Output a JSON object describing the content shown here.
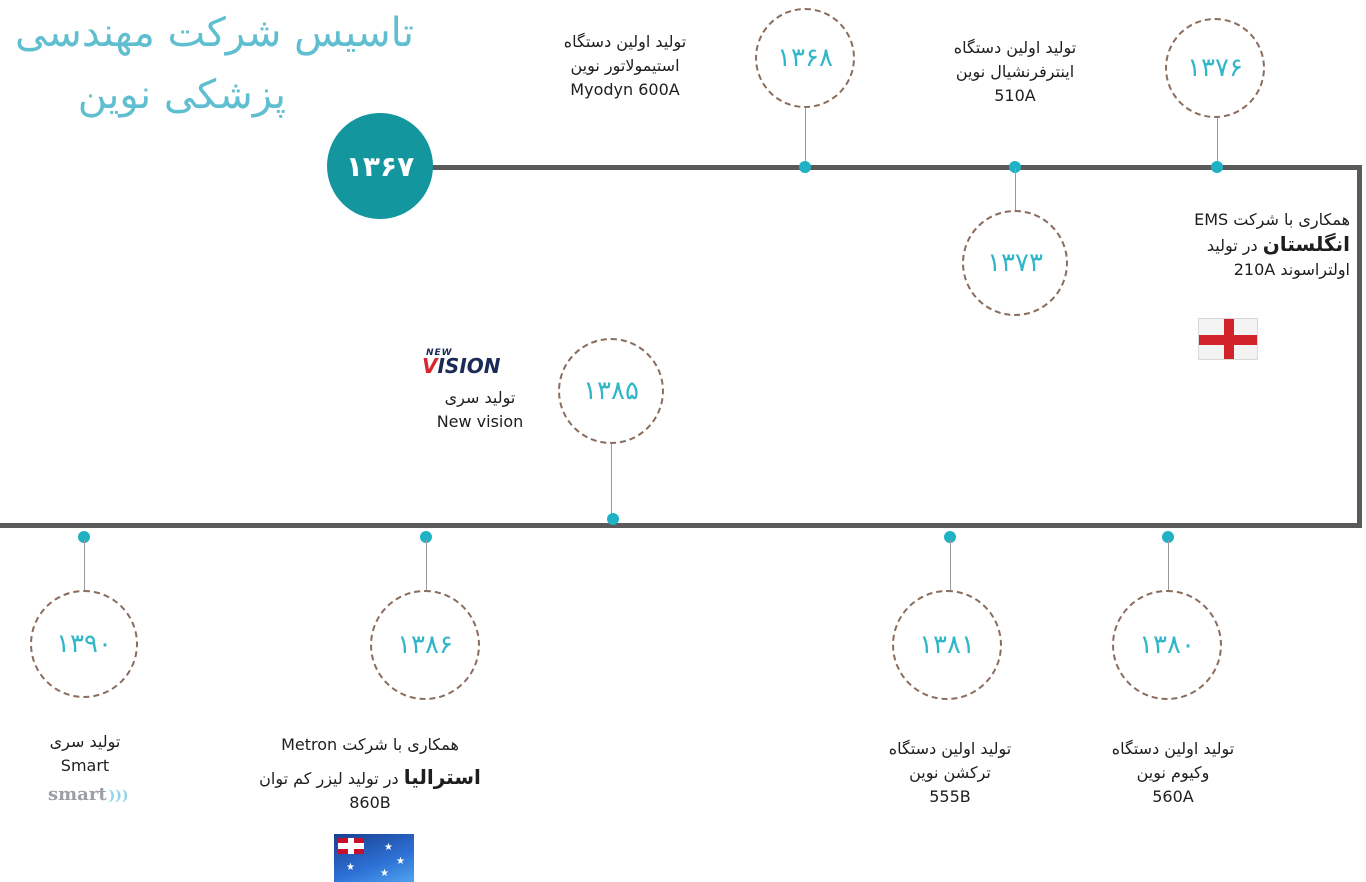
{
  "title": {
    "line1": "تاسیس شرکت مهندسی",
    "line2": "پزشکی نوین"
  },
  "start_year": "۱۳۶۷",
  "events": {
    "y1368": {
      "year": "۱۳۶۸",
      "line1": "تولید اولین دستگاه",
      "line2": "استیمولاتور نوین",
      "line3": "Myodyn 600A"
    },
    "y1376": {
      "year": "۱۳۷۶",
      "line1": "تولید اولین دستگاه",
      "line2": "اینترفرنشیال نوین",
      "line3": "510A"
    },
    "y1373": {
      "year": "۱۳۷۳"
    },
    "ems": {
      "line1": "همکاری با شرکت EMS",
      "line2_bold": "انگلستان",
      "line2_rest": " در تولید",
      "line3": "اولتراسوند 210A"
    },
    "y1385": {
      "year": "۱۳۸۵",
      "logo_small": "NEW",
      "logo_main": "VISION",
      "line1": "تولید سری",
      "line2": "New vision"
    },
    "y1390": {
      "year": "۱۳۹۰",
      "line1": "تولید سری",
      "line2": "Smart",
      "logo": "smart"
    },
    "y1386": {
      "year": "۱۳۸۶",
      "line1": "همکاری با شرکت Metron",
      "line2_bold": "استرالیا",
      "line2_rest": " در تولید لیزر کم توان",
      "line3": "860B"
    },
    "y1381": {
      "year": "۱۳۸۱",
      "line1": "تولید اولین دستگاه",
      "line2": "ترکشن نوین",
      "line3": "555B"
    },
    "y1380": {
      "year": "۱۳۸۰",
      "line1": "تولید اولین دستگاه",
      "line2": "وکیوم نوین",
      "line3": "560A"
    }
  },
  "colors": {
    "accent": "#1fb2c4",
    "start_circle": "#13969d",
    "line": "#5a5a5a",
    "dashed": "#8a6d5d"
  }
}
